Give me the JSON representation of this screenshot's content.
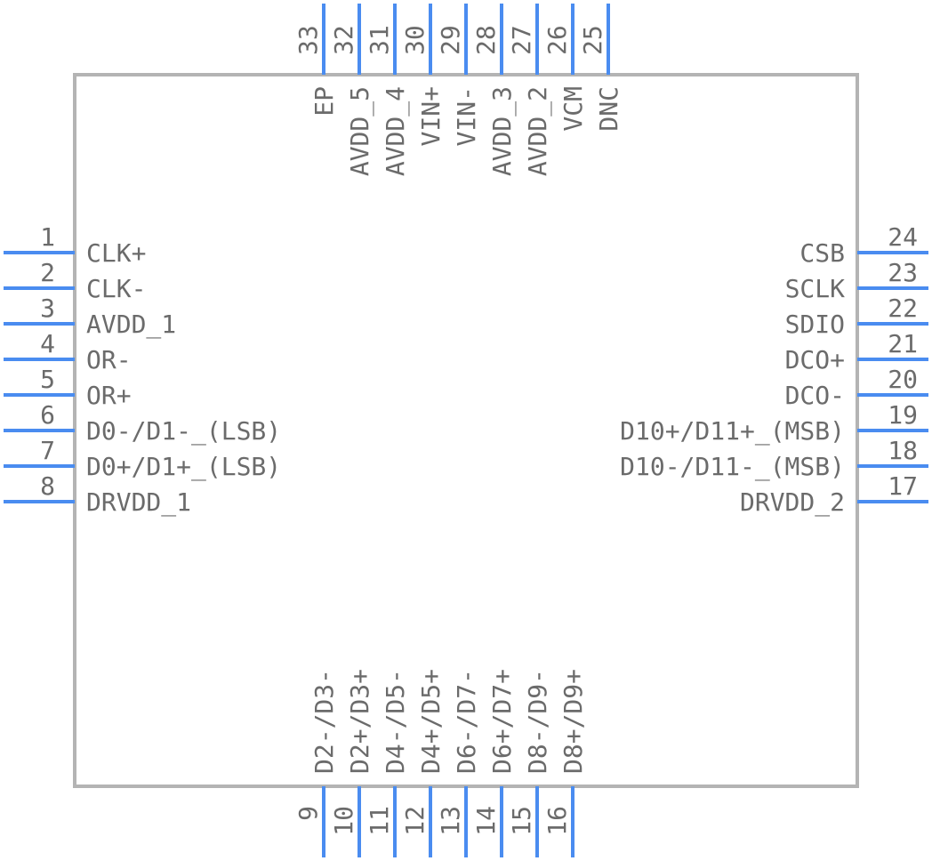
{
  "component": {
    "pins": [
      {
        "number": "1",
        "name": "CLK+",
        "side": "left"
      },
      {
        "number": "2",
        "name": "CLK-",
        "side": "left"
      },
      {
        "number": "3",
        "name": "AVDD_1",
        "side": "left"
      },
      {
        "number": "4",
        "name": "OR-",
        "side": "left"
      },
      {
        "number": "5",
        "name": "OR+",
        "side": "left"
      },
      {
        "number": "6",
        "name": "D0-/D1-_(LSB)",
        "side": "left"
      },
      {
        "number": "7",
        "name": "D0+/D1+_(LSB)",
        "side": "left"
      },
      {
        "number": "8",
        "name": "DRVDD_1",
        "side": "left"
      },
      {
        "number": "9",
        "name": "D2-/D3-",
        "side": "bottom"
      },
      {
        "number": "10",
        "name": "D2+/D3+",
        "side": "bottom"
      },
      {
        "number": "11",
        "name": "D4-/D5-",
        "side": "bottom"
      },
      {
        "number": "12",
        "name": "D4+/D5+",
        "side": "bottom"
      },
      {
        "number": "13",
        "name": "D6-/D7-",
        "side": "bottom"
      },
      {
        "number": "14",
        "name": "D6+/D7+",
        "side": "bottom"
      },
      {
        "number": "15",
        "name": "D8-/D9-",
        "side": "bottom"
      },
      {
        "number": "16",
        "name": "D8+/D9+",
        "side": "bottom"
      },
      {
        "number": "17",
        "name": "DRVDD_2",
        "side": "right"
      },
      {
        "number": "18",
        "name": "D10-/D11-_(MSB)",
        "side": "right"
      },
      {
        "number": "19",
        "name": "D10+/D11+_(MSB)",
        "side": "right"
      },
      {
        "number": "20",
        "name": "DCO-",
        "side": "right"
      },
      {
        "number": "21",
        "name": "DCO+",
        "side": "right"
      },
      {
        "number": "22",
        "name": "SDIO",
        "side": "right"
      },
      {
        "number": "23",
        "name": "SCLK",
        "side": "right"
      },
      {
        "number": "24",
        "name": "CSB",
        "side": "right"
      },
      {
        "number": "25",
        "name": "DNC",
        "side": "top"
      },
      {
        "number": "26",
        "name": "VCM",
        "side": "top"
      },
      {
        "number": "27",
        "name": "AVDD_2",
        "side": "top"
      },
      {
        "number": "28",
        "name": "AVDD_3",
        "side": "top"
      },
      {
        "number": "29",
        "name": "VIN-",
        "side": "top"
      },
      {
        "number": "30",
        "name": "VIN+",
        "side": "top"
      },
      {
        "number": "31",
        "name": "AVDD_4",
        "side": "top"
      },
      {
        "number": "32",
        "name": "AVDD_5",
        "side": "top"
      },
      {
        "number": "33",
        "name": "EP",
        "side": "top"
      }
    ],
    "colors": {
      "pin": "#4a8cf0",
      "body_outline": "#b4b4b4",
      "text": "#6b6b6b"
    }
  }
}
